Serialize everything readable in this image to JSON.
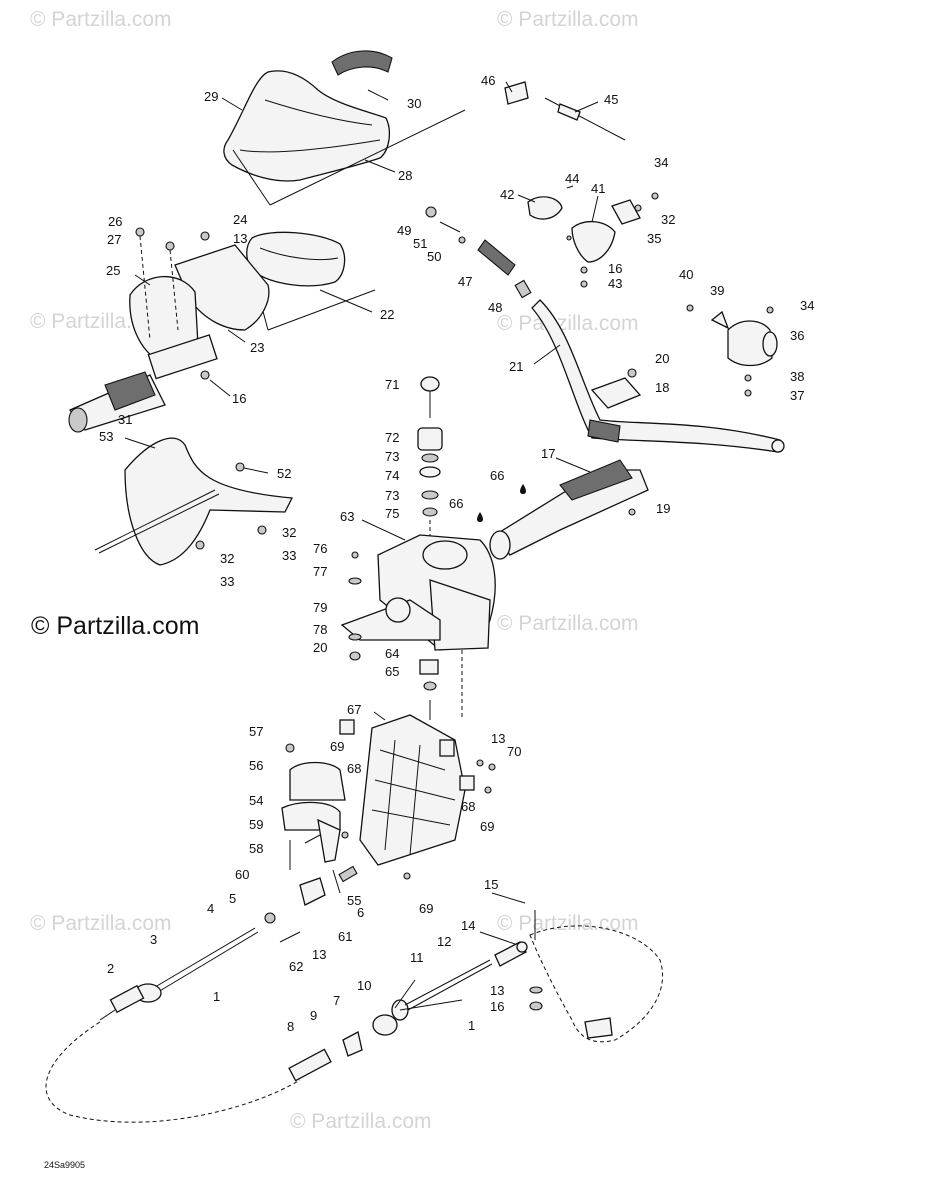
{
  "watermarks": [
    "© Partzilla.com",
    "© Partzilla.com",
    "© Partzilla.com",
    "© Partzilla.com",
    "© Partzilla.com",
    "© Partzilla.com",
    "© Partzilla.com",
    "© Partzilla.com"
  ],
  "copyright": "© Partzilla.com",
  "drawing_code": "24Sa9905",
  "callouts": [
    "29",
    "30",
    "46",
    "45",
    "28",
    "34",
    "44",
    "42",
    "41",
    "32",
    "35",
    "26",
    "24",
    "27",
    "13",
    "49",
    "51",
    "50",
    "25",
    "22",
    "16",
    "43",
    "47",
    "40",
    "39",
    "34",
    "36",
    "48",
    "23",
    "16",
    "21",
    "20",
    "38",
    "37",
    "18",
    "71",
    "72",
    "73",
    "74",
    "73",
    "75",
    "31",
    "53",
    "52",
    "17",
    "66",
    "66",
    "19",
    "63",
    "32",
    "33",
    "32",
    "33",
    "76",
    "77",
    "79",
    "78",
    "20",
    "64",
    "65",
    "67",
    "57",
    "69",
    "68",
    "13",
    "70",
    "56",
    "68",
    "69",
    "54",
    "59",
    "58",
    "55",
    "60",
    "5",
    "6",
    "4",
    "69",
    "61",
    "3",
    "62",
    "13",
    "15",
    "14",
    "12",
    "11",
    "2",
    "1",
    "10",
    "7",
    "13",
    "16",
    "9",
    "8",
    "1"
  ]
}
